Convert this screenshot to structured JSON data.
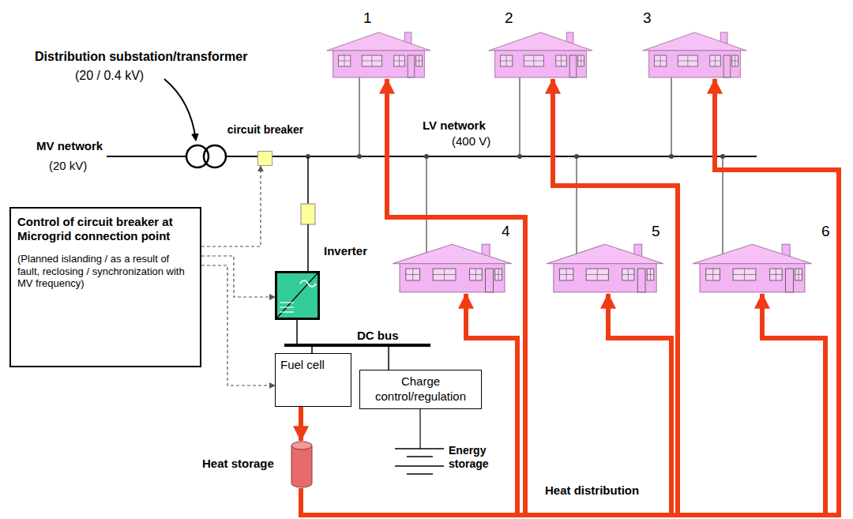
{
  "diagram": {
    "nodes": [
      {
        "text": [
          "Control of circuit breaker at Microgrid connection point",
          "(Planned islanding / as a result of fault, reclosing / synchronization with MV frequency)"
        ]
      },
      {
        "text": [
          "circuit breaker"
        ]
      },
      {
        "text": [
          "Inverter"
        ]
      },
      {
        "text": [
          "Fuel cell"
        ]
      },
      {
        "text": [
          "Charge control/regulation"
        ]
      },
      {
        "text": [
          "Heat storage"
        ]
      },
      {
        "text": [
          "1"
        ]
      },
      {
        "text": [
          "2"
        ]
      },
      {
        "text": [
          "3"
        ]
      },
      {
        "text": [
          "4"
        ]
      },
      {
        "text": [
          "5"
        ]
      },
      {
        "text": [
          "6"
        ]
      }
    ],
    "edges": [
      {
        "from": 0,
        "to": 1,
        "arrow": "to"
      },
      {
        "from": 0,
        "to": 2,
        "arrow": "to"
      },
      {
        "from": 0,
        "to": 3,
        "arrow": "to"
      },
      {
        "from": 3,
        "to": 5,
        "arrow": "to"
      },
      {
        "from": 5,
        "to": 6,
        "arrow": "to"
      },
      {
        "from": 5,
        "to": 7,
        "arrow": "to"
      },
      {
        "from": 5,
        "to": 8,
        "arrow": "to"
      },
      {
        "from": 5,
        "to": 9,
        "arrow": "to"
      },
      {
        "from": 5,
        "to": 10,
        "arrow": "to"
      },
      {
        "from": 5,
        "to": 11,
        "arrow": "to"
      }
    ],
    "labels": [
      "Distribution substation/transformer",
      "(20 / 0.4 kV)",
      "MV network",
      "(20 kV)",
      "LV network",
      "(400 V)",
      "DC bus",
      "Energy storage",
      "Heat distribution"
    ]
  }
}
